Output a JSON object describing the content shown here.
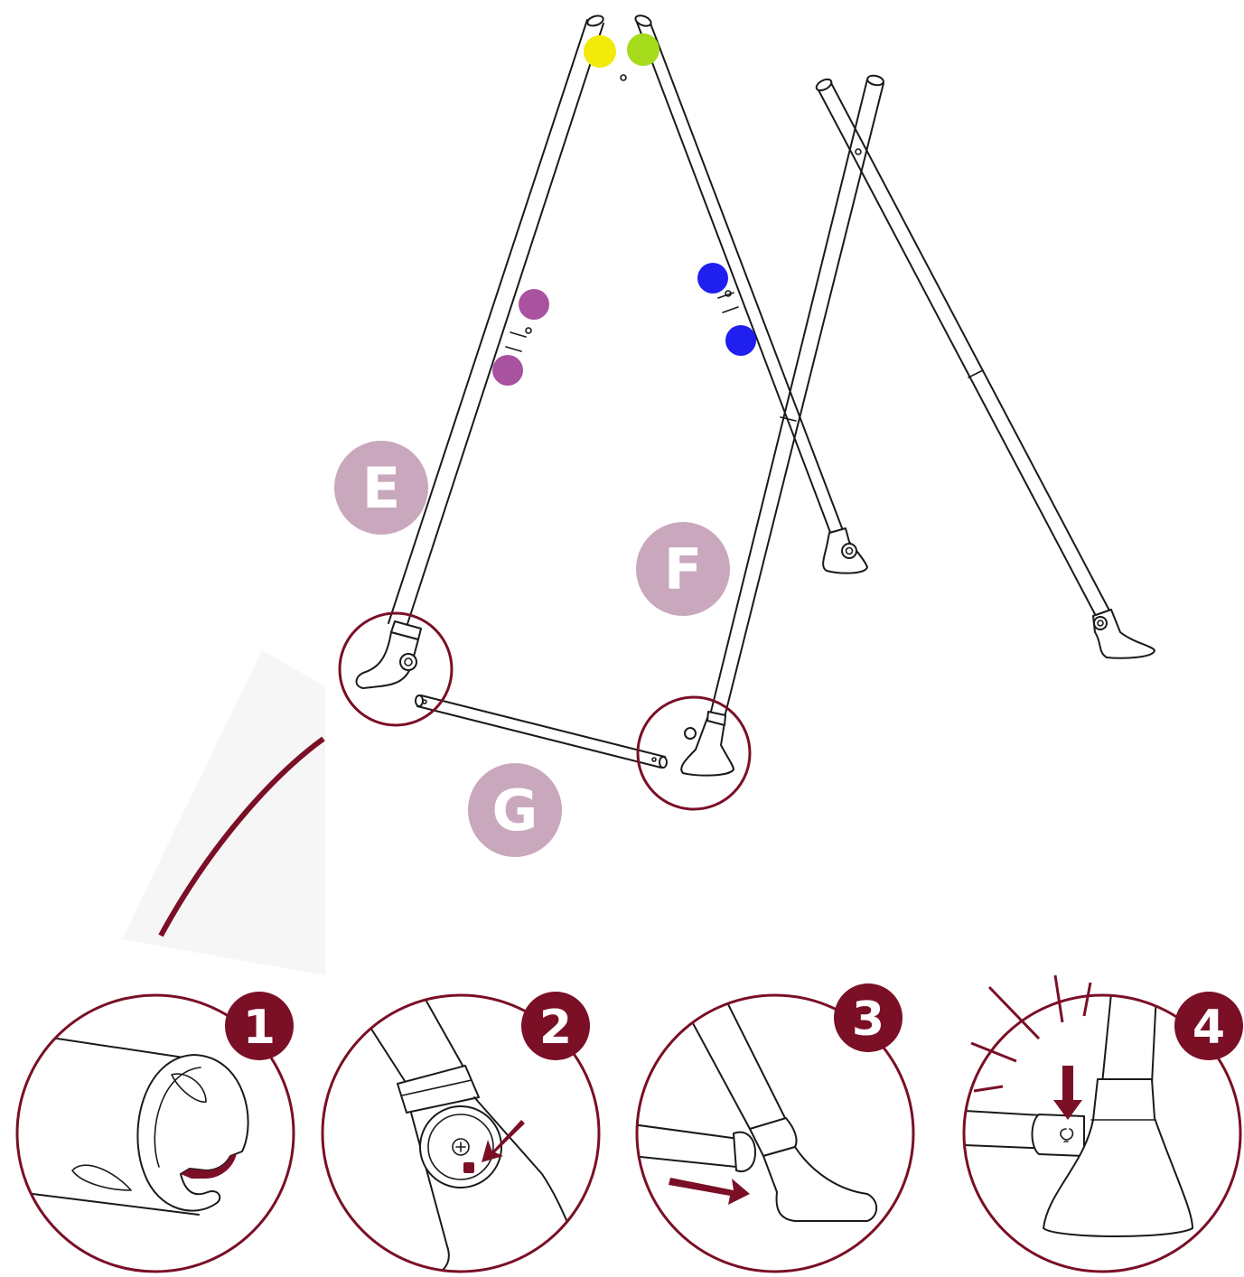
{
  "part_labels": {
    "E": "E",
    "F": "F",
    "G": "G"
  },
  "steps": [
    {
      "number": "1"
    },
    {
      "number": "2"
    },
    {
      "number": "3"
    },
    {
      "number": "4"
    }
  ],
  "markers": {
    "yellow": "#f2ea0a",
    "green": "#a6dc1c",
    "purple": "#a952a0",
    "blue": "#1f1ff0"
  },
  "colors": {
    "accent": "#7a0f26",
    "label_circle": "#c9a8bd",
    "line": "#1a1a1a"
  }
}
